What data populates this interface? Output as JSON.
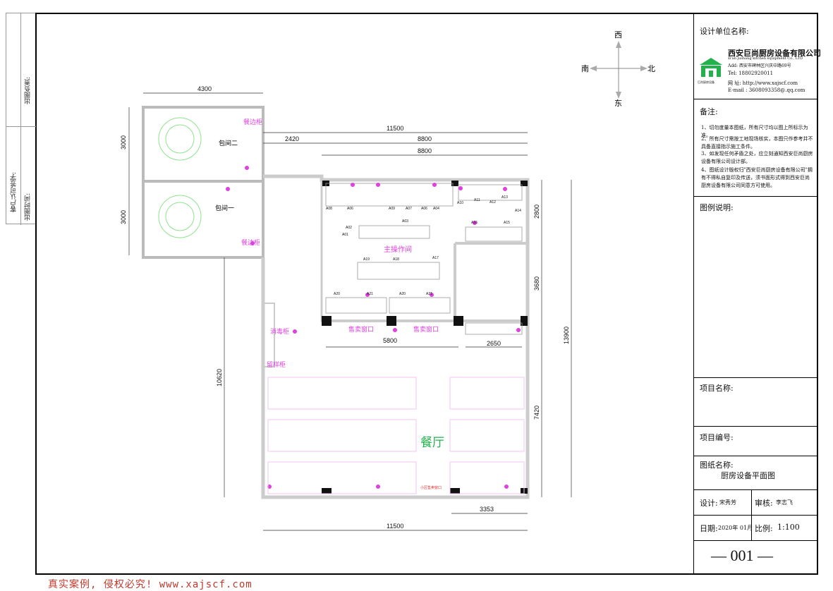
{
  "side_labels": {
    "drawing_owner": "出图负责:",
    "customer_signature": "客户认可签字:",
    "drawing_time": "出图时间:"
  },
  "compass": {
    "west": "西",
    "south": "南",
    "north": "北",
    "east": "东"
  },
  "rooms": {
    "private_room_2": "包间二",
    "private_room_1": "包间一",
    "sideboard_top": "餐边柜",
    "sideboard_bottom": "餐边柜",
    "main_kitchen": "主操作间",
    "sales_window_left": "售卖窗口",
    "sales_window_right": "售卖窗口",
    "disinfection_cabinet": "消毒柜",
    "sample_cabinet": "留样柜",
    "dining_hall": "餐厅",
    "community_window": "小区售卖窗口"
  },
  "dimensions": {
    "top_room_width": "4300",
    "top_total": "11500",
    "corridor": "2420",
    "kitchen_outer": "8800",
    "kitchen_inner": "8800",
    "room2_height": "3000",
    "room1_height": "3000",
    "right_top": "2800",
    "right_mid": "3680",
    "right_total": "13900",
    "right_bottom": "7420",
    "left_height": "10620",
    "window_span": "5800",
    "counter_span": "2650",
    "bottom_span": "3353",
    "bottom_total": "11500"
  },
  "equipment_codes": [
    "A08",
    "A06",
    "A09",
    "A07",
    "A06",
    "A04",
    "A10",
    "A11",
    "A12",
    "A13",
    "A14",
    "A02",
    "A01",
    "A03",
    "A16",
    "A15",
    "A19",
    "A18",
    "A17",
    "A20",
    "A21",
    "A20",
    "A21"
  ],
  "title_block": {
    "design_unit_label": "设计单位名称:",
    "company_name": "西安巨尚厨房设备有限公司",
    "company_name_en": "xi'an jushang kitchen equipment Co., LTD",
    "address": "Add: 西安市碑林区兴庆中路69号",
    "tel": "Tel: 18802920011",
    "web": "网  址: http://www.xajscf.com",
    "email": "E-mail : 3608093358@.qq.com",
    "logo_caption": "巨尚厨房设备",
    "notes_label": "备注:",
    "notes": [
      "1、切勿度量本图纸，所有尺寸均以图上所标示为准。",
      "2、所有尺寸需按工地现场核实，本图只作参考并不具备直接指示施工条件。",
      "3、如发现任何矛盾之处，应立刻通知西安巨尚厨房设备有限公司设计部。",
      "4、图纸设计版权归\"西安巨尚厨房设备有限公司\"拥有不得私自复印及传送，须书面形式得到西安巨尚厨房设备有限公司同意方可使用。"
    ],
    "drawing_desc_label": "图例说明:",
    "project_name_label": "项目名称:",
    "project_no_label": "项目编号:",
    "drawing_name_label": "图纸名称:",
    "drawing_name": "厨房设备平面图",
    "designer_label": "设计:",
    "designer": "宋秀芳",
    "reviewer_label": "审核:",
    "reviewer": "李志飞",
    "date_label": "日期:",
    "date": "2020年 01月",
    "scale_label": "比例:",
    "scale": "1:100",
    "sheet_no": "— 001 —"
  },
  "footer": "真实案例, 侵权必究!  www.xajscf.com",
  "colors": {
    "accent": "#e040e0",
    "wall": "#cccccc",
    "logo": "#22b14c",
    "footer": "#c0392b"
  }
}
